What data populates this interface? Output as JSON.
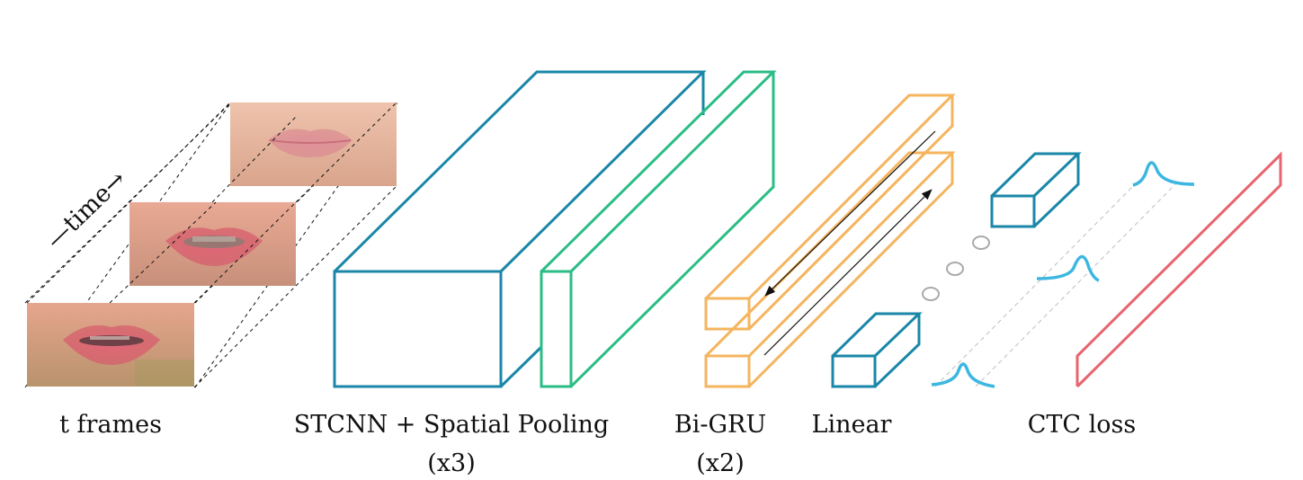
{
  "labels": {
    "time": "—time→",
    "frames": "t frames",
    "stcnn": "STCNN + Spatial Pooling",
    "stcnn_repeat": "(x3)",
    "bigru": "Bi-GRU",
    "bigru_repeat": "(x2)",
    "linear": "Linear",
    "ctc": "CTC loss"
  },
  "colors": {
    "stcnn": "#1a87a8",
    "pooling": "#2bbd85",
    "gru": "#f5b45e",
    "linear": "#1a87a8",
    "dist": "#3cb7e0",
    "ctc": "#e8646e",
    "dashed": "#c8c8c8"
  },
  "icons": {
    "frame_images": "lip-frame-photo",
    "gru_arrows": "bidirectional-arrow-icon"
  }
}
